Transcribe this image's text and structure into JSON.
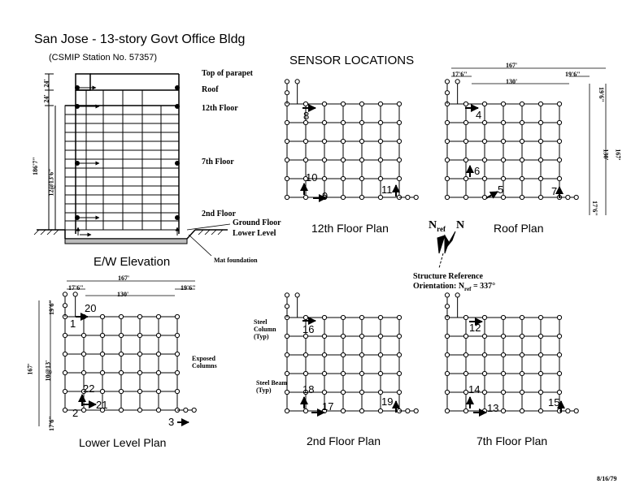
{
  "title": "San Jose - 13-story Govt Office Bldg",
  "station": "(CSMIP Station No. 57357)",
  "sensor_heading": "SENSOR LOCATIONS",
  "elevation": {
    "caption": "E/W Elevation",
    "levels": [
      "Top of parapet",
      "Roof",
      "12th Floor",
      "7th Floor",
      "2nd Floor",
      "Ground  Floor",
      "Lower Level"
    ],
    "mat": "Mat foundation",
    "dims": {
      "top1": "24'",
      "top2": "24'",
      "total": "186'7\"",
      "typical": "12@13'6\""
    }
  },
  "plans": {
    "p12": "12th Floor Plan",
    "roof": "Roof Plan",
    "lower": "Lower Level Plan",
    "p2": "2nd Floor Plan",
    "p7": "7th Floor Plan"
  },
  "dims": {
    "w167": "167'",
    "w130": "130'",
    "w17": "17'6\"",
    "w19": "19'6\"",
    "h167": "167'",
    "h130": "130'",
    "h19": "19'6\"",
    "h17": "17'6\"",
    "bays": "10@13'"
  },
  "notes": {
    "exposed": [
      "Exposed",
      "Columns"
    ],
    "column": [
      "Steel",
      "Column",
      "(Typ)"
    ],
    "beam": [
      "Steel Beam",
      "(Typ)"
    ]
  },
  "orientation": {
    "line1": "Structure Reference",
    "line2_prefix": "Orientation: N",
    "line2_sub": "ref",
    "line2_suffix": " = 337°",
    "nref": "N",
    "nref_sub": "ref",
    "n": "N"
  },
  "sensors": {
    "s1": "1",
    "s2": "2",
    "s3": "3",
    "s4": "4",
    "s5": "5",
    "s6": "6",
    "s7": "7",
    "s8": "8",
    "s9": "9",
    "s10": "10",
    "s11": "11",
    "s12": "12",
    "s13": "13",
    "s14": "14",
    "s15": "15",
    "s16": "16",
    "s17": "17",
    "s18": "18",
    "s19": "19",
    "s20": "20",
    "s21": "21",
    "s22": "22"
  },
  "date": "8/16/79"
}
